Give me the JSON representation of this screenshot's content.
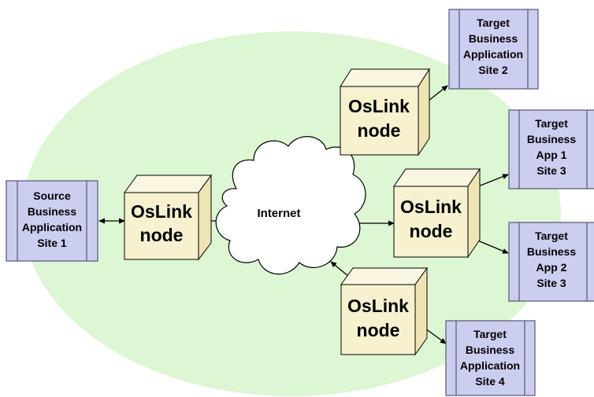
{
  "colors": {
    "background": "#ffffff",
    "ellipse": "#ddf6d3",
    "node_face": "#f7f1cf",
    "node_top": "#faf6e2",
    "node_side": "#eee4b3",
    "app_fill": "#cccef0",
    "app_stroke": "#555577",
    "line": "#000000"
  },
  "cloud": {
    "label": "Internet"
  },
  "nodes": [
    {
      "line1": "OsLink",
      "line2": "node"
    },
    {
      "line1": "OsLink",
      "line2": "node"
    },
    {
      "line1": "OsLink",
      "line2": "node"
    },
    {
      "line1": "OsLink",
      "line2": "node"
    }
  ],
  "apps": [
    {
      "lines": [
        "Source",
        "Business",
        "Application",
        "Site 1"
      ]
    },
    {
      "lines": [
        "Target",
        "Business",
        "Application",
        "Site 2"
      ]
    },
    {
      "lines": [
        "Target",
        "Business",
        "App 1",
        "Site 3"
      ]
    },
    {
      "lines": [
        "Target",
        "Business",
        "App 2",
        "Site 3"
      ]
    },
    {
      "lines": [
        "Target",
        "Business",
        "Application",
        "Site 4"
      ]
    }
  ]
}
